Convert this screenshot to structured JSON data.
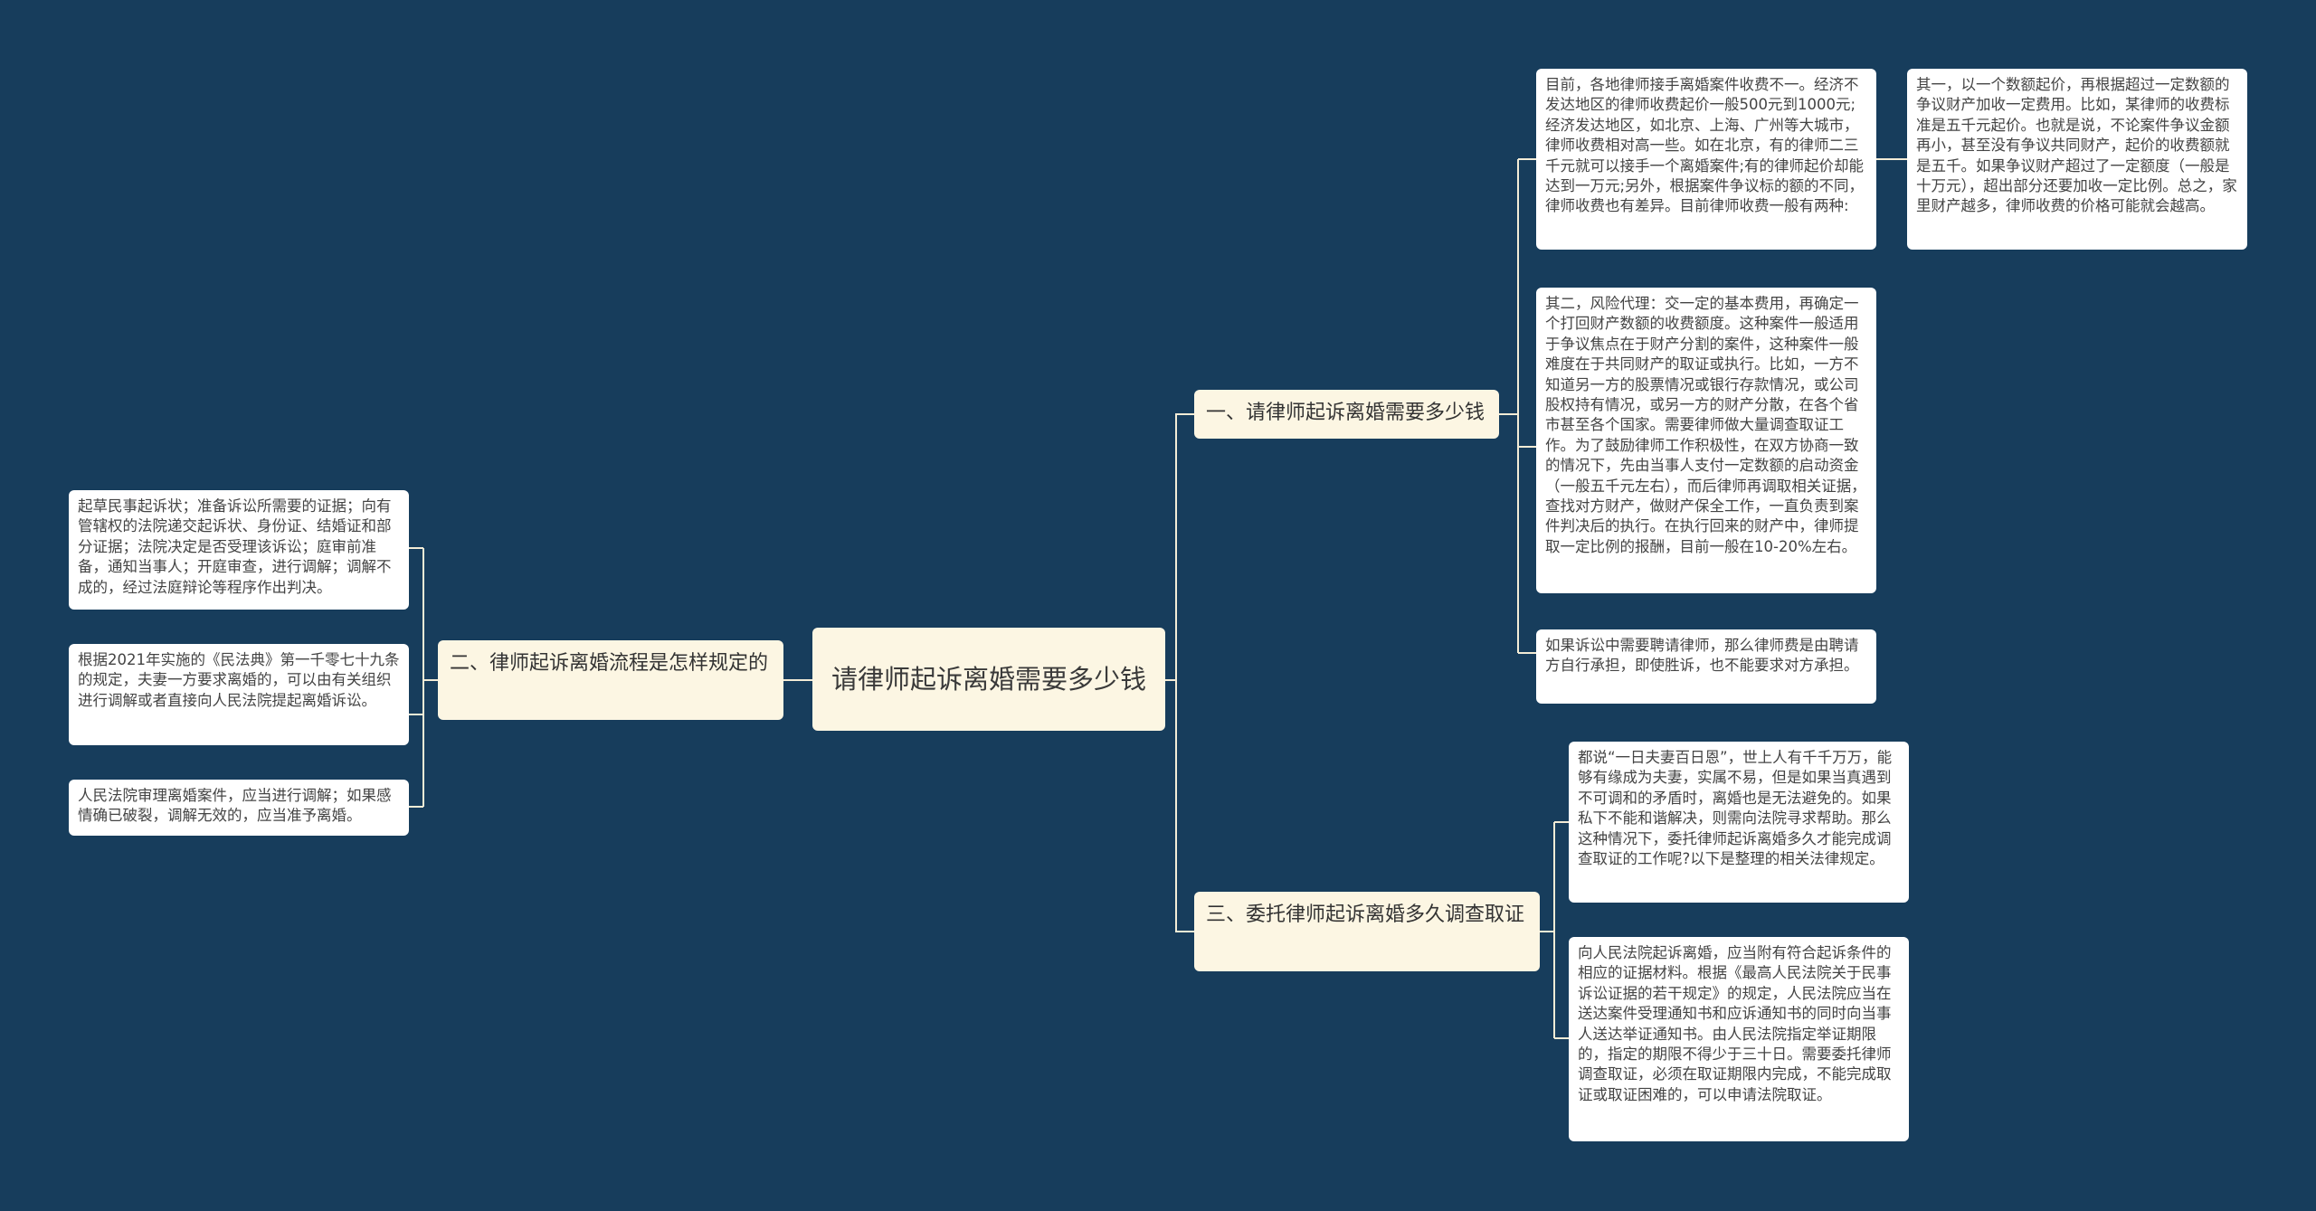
{
  "root": {
    "label": "请律师起诉离婚需要多少钱"
  },
  "branches": [
    {
      "label": "一、请律师起诉离婚需要多少钱",
      "items": [
        "目前，各地律师接手离婚案件收费不一。经济不发达地区的律师收费起价一般500元到1000元;经济发达地区，如北京、上海、广州等大城市，律师收费相对高一些。如在北京，有的律师二三千元就可以接手一个离婚案件;有的律师起价却能达到一万元;另外，根据案件争议标的额的不同，律师收费也有差异。目前律师收费一般有两种:",
        "其二，风险代理：交一定的基本费用，再确定一个打回财产数额的收费额度。这种案件一般适用于争议焦点在于财产分割的案件，这种案件一般难度在于共同财产的取证或执行。比如，一方不知道另一方的股票情况或银行存款情况，或公司股权持有情况，或另一方的财产分散，在各个省市甚至各个国家。需要律师做大量调查取证工作。为了鼓励律师工作积极性，在双方协商一致的情况下，先由当事人支付一定数额的启动资金（一般五千元左右），而后律师再调取相关证据，查找对方财产，做财产保全工作，一直负责到案件判决后的执行。在执行回来的财产中，律师提取一定比例的报酬，目前一般在10-20%左右。",
        "如果诉讼中需要聘请律师，那么律师费是由聘请方自行承担，即使胜诉，也不能要求对方承担。"
      ],
      "sub_item": "其一，以一个数额起价，再根据超过一定数额的争议财产加收一定费用。比如，某律师的收费标准是五千元起价。也就是说，不论案件争议金额再小，甚至没有争议共同财产，起价的收费额就是五千。如果争议财产超过了一定额度（一般是十万元），超出部分还要加收一定比例。总之，家里财产越多，律师收费的价格可能就会越高。"
    },
    {
      "label": "二、律师起诉离婚流程是怎样规定的",
      "items": [
        "起草民事起诉状；准备诉讼所需要的证据；向有管辖权的法院递交起诉状、身份证、结婚证和部分证据；法院决定是否受理该诉讼；庭审前准备，通知当事人；开庭审查，进行调解；调解不成的，经过法庭辩论等程序作出判决。",
        "根据2021年实施的《民法典》第一千零七十九条的规定，夫妻一方要求离婚的，可以由有关组织进行调解或者直接向人民法院提起离婚诉讼。",
        "人民法院审理离婚案件，应当进行调解；如果感情确已破裂，调解无效的，应当准予离婚。"
      ]
    },
    {
      "label": "三、委托律师起诉离婚多久调查取证",
      "items": [
        "都说“一日夫妻百日恩”，世上人有千千万万，能够有缘成为夫妻，实属不易，但是如果当真遇到不可调和的矛盾时，离婚也是无法避免的。如果私下不能和谐解决，则需向法院寻求帮助。那么这种情况下，委托律师起诉离婚多久才能完成调查取证的工作呢?以下是整理的相关法律规定。",
        "向人民法院起诉离婚，应当附有符合起诉条件的相应的证据材料。根据《最高人民法院关于民事诉讼证据的若干规定》的规定，人民法院应当在送达案件受理通知书和应诉通知书的同时向当事人送达举证通知书。由人民法院指定举证期限的，指定的期限不得少于三十日。需要委托律师调查取证，必须在取证期限内完成，不能完成取证或取证困难的，可以申请法院取证。"
      ]
    }
  ],
  "colors": {
    "background": "#173d5c",
    "branch_fill": "#fcf6e3",
    "leaf_fill": "#ffffff",
    "connector": "#f3ecd6"
  }
}
